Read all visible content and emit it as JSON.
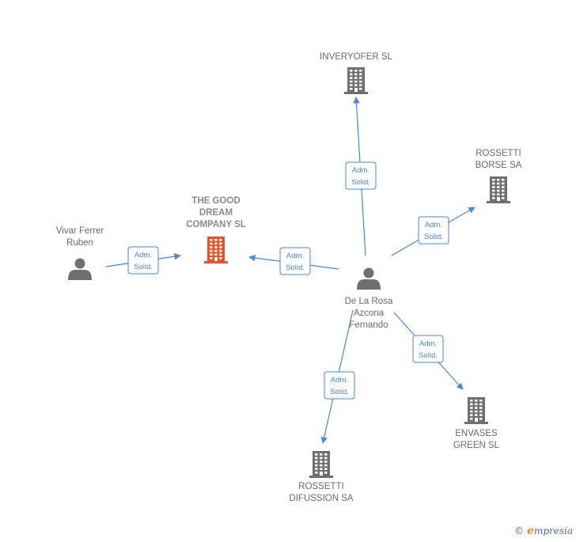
{
  "nodes": {
    "main": {
      "lines": [
        "THE GOOD",
        "DREAM",
        "COMPANY  SL"
      ],
      "type": "company",
      "color": "#e8512d"
    },
    "vivar": {
      "lines": [
        "Vivar Ferrer",
        "Ruben"
      ],
      "type": "person",
      "color": "#6f6f6f"
    },
    "delarosa": {
      "lines": [
        "De La Rosa",
        "Azcona",
        "Fernando"
      ],
      "type": "person",
      "color": "#6f6f6f"
    },
    "inveryofer": {
      "lines": [
        "INVERYOFER SL"
      ],
      "type": "company",
      "color": "#6f6f6f"
    },
    "rossetti_borse": {
      "lines": [
        "ROSSETTI",
        "BORSE SA"
      ],
      "type": "company",
      "color": "#6f6f6f"
    },
    "envases": {
      "lines": [
        "ENVASES",
        "GREEN  SL"
      ],
      "type": "company",
      "color": "#6f6f6f"
    },
    "rossetti_difussion": {
      "lines": [
        "ROSSETTI",
        "DIFUSSION SA"
      ],
      "type": "company",
      "color": "#6f6f6f"
    }
  },
  "edges": [
    {
      "from": "vivar",
      "to": "main",
      "label": [
        "Adm.",
        "Solid."
      ]
    },
    {
      "from": "delarosa",
      "to": "main",
      "label": [
        "Adm.",
        "Solid."
      ]
    },
    {
      "from": "delarosa",
      "to": "inveryofer",
      "label": [
        "Adm.",
        "Solid."
      ]
    },
    {
      "from": "delarosa",
      "to": "rossetti_borse",
      "label": [
        "Adm.",
        "Solid."
      ]
    },
    {
      "from": "delarosa",
      "to": "envases",
      "label": [
        "Adm.",
        "Solid."
      ]
    },
    {
      "from": "delarosa",
      "to": "rossetti_difussion",
      "label": [
        "Adm.",
        "Solid."
      ]
    }
  ],
  "colors": {
    "edge": "#4a86d4",
    "accent": "#e8512d"
  },
  "brand": {
    "copyright": "©",
    "initial": "e",
    "rest": "mpresia"
  }
}
